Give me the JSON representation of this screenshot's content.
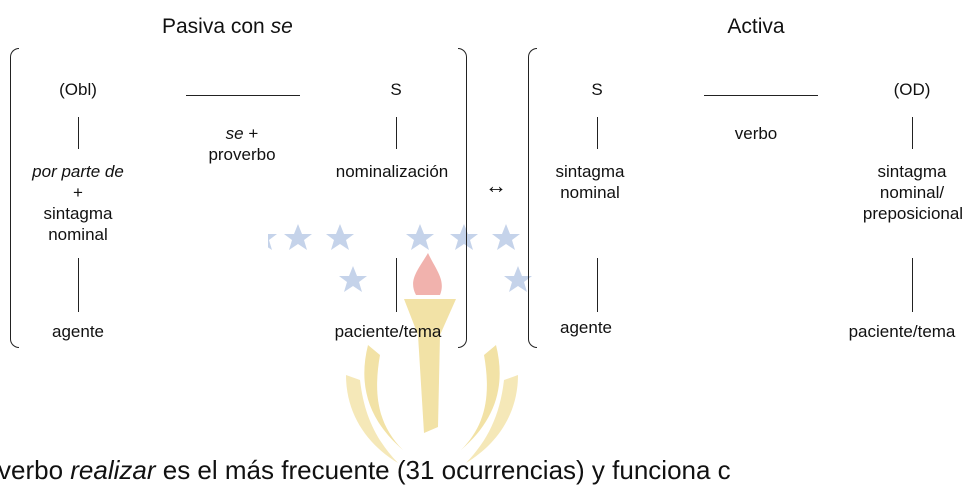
{
  "titles": {
    "passive": "Pasiva con",
    "passive_it": "se",
    "active": "Activa"
  },
  "passive": {
    "obl": "(Obl)",
    "por_parte": "por parte de",
    "plus": "+",
    "sint1": "sintagma",
    "nom1": "nominal",
    "agente": "agente",
    "se": "se",
    "se_plus": "+",
    "proverbo": "proverbo",
    "s": "S",
    "nominalizacion": "nominalización",
    "paciente": "paciente/tema"
  },
  "active": {
    "s": "S",
    "sint1": "sintagma",
    "nom1": "nominal",
    "agente": "agente",
    "verbo": "verbo",
    "od": "(OD)",
    "sint2": "sintagma",
    "nom2": "nominal/",
    "prep": "preposicional",
    "paciente": "paciente/tema"
  },
  "arrow": "↔",
  "paragraph": {
    "pre": "verbo ",
    "italic": "realizar",
    "post": " es el más frecuente (31 ocurrencias) y funciona c"
  },
  "colors": {
    "watermark_blue": "#c5d3ea",
    "watermark_gold": "#f2e2a6",
    "watermark_red": "#f1b2ad"
  }
}
